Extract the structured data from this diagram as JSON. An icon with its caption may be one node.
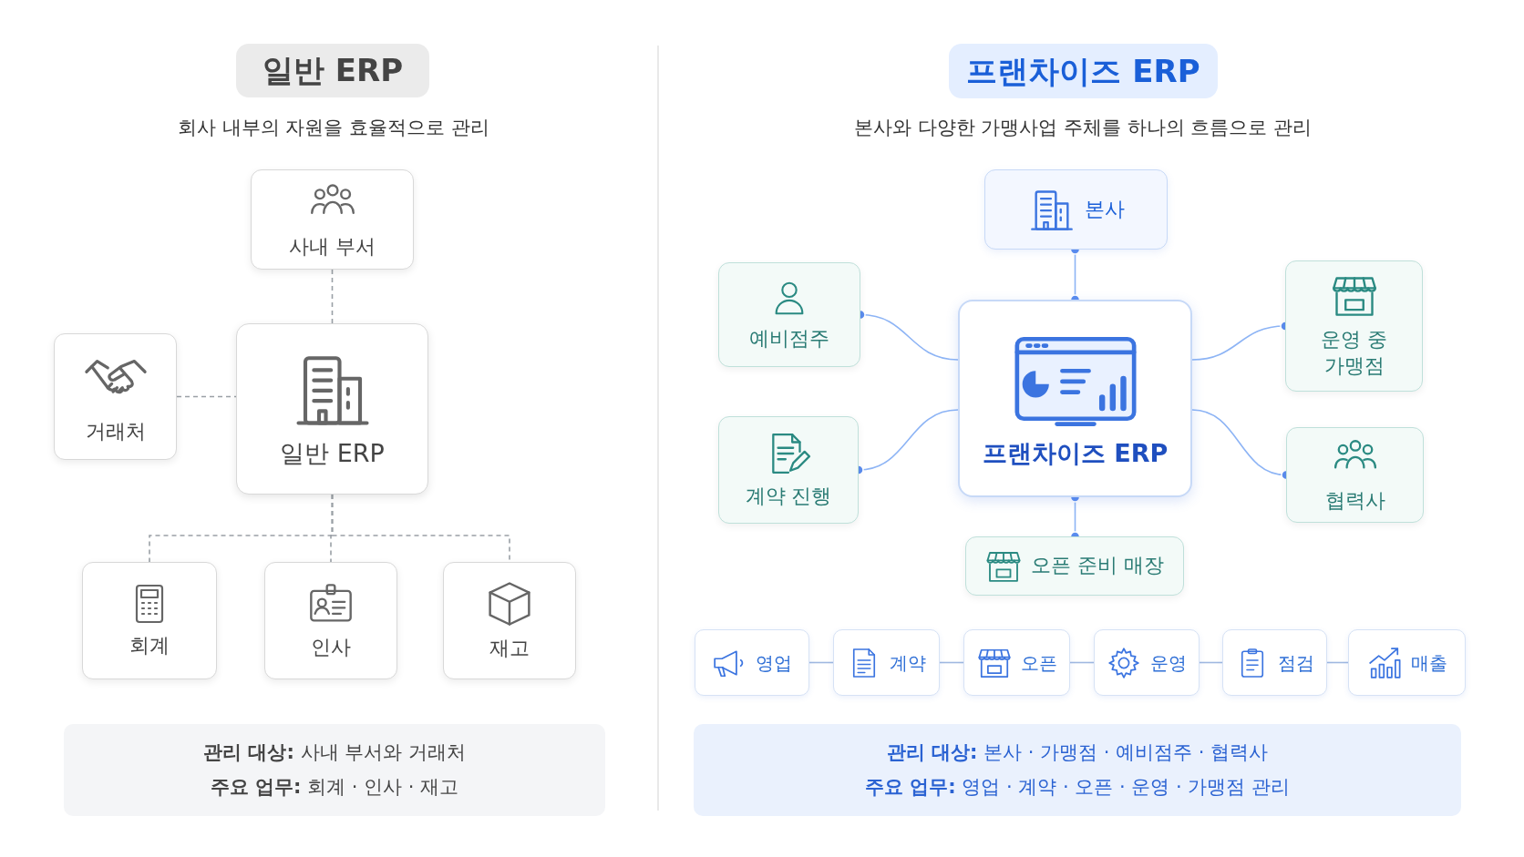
{
  "diagram": {
    "nodes": [
      {
        "text": [
          "일반 ERP"
        ]
      },
      {
        "text": [
          "사내 부서"
        ]
      },
      {
        "text": [
          "거래처"
        ]
      },
      {
        "text": [
          "일반 ERP"
        ]
      },
      {
        "text": [
          "회계"
        ]
      },
      {
        "text": [
          "인사"
        ]
      },
      {
        "text": [
          "재고"
        ]
      },
      {
        "text": [
          "**관리 대상:** 사내 부서와 거래처",
          "**주요 업무:** 회계 · 인사 · 재고"
        ]
      },
      {
        "text": [
          "프랜차이즈 ERP"
        ]
      },
      {
        "text": [
          "본사"
        ]
      },
      {
        "text": [
          "예비점주"
        ]
      },
      {
        "text": [
          "운영 중 가맹점"
        ]
      },
      {
        "text": [
          "프랜차이즈 ERP"
        ]
      },
      {
        "text": [
          "계약 진행"
        ]
      },
      {
        "text": [
          "협력사"
        ]
      },
      {
        "text": [
          "오픈 준비 매장"
        ]
      },
      {
        "text": [
          "영업"
        ]
      },
      {
        "text": [
          "계약"
        ]
      },
      {
        "text": [
          "오픈"
        ]
      },
      {
        "text": [
          "운영"
        ]
      },
      {
        "text": [
          "점검"
        ]
      },
      {
        "text": [
          "매출"
        ]
      },
      {
        "text": [
          "**관리 대상:** 본사 · 가맹점 · 예비점주 · 협력사",
          "**주요 업무:** 영업 · 계약 · 오픈 · 운영 · 가맹점 관리"
        ]
      }
    ],
    "edges": [
      {
        "from": 1,
        "to": 3,
        "arrow": "none",
        "style": "dashed"
      },
      {
        "from": 2,
        "to": 3,
        "arrow": "none",
        "style": "dashed"
      },
      {
        "from": 3,
        "to": 4,
        "arrow": "none",
        "style": "dashed"
      },
      {
        "from": 3,
        "to": 5,
        "arrow": "none",
        "style": "dashed"
      },
      {
        "from": 3,
        "to": 6,
        "arrow": "none",
        "style": "dashed"
      },
      {
        "from": 12,
        "to": 9,
        "arrow": "other",
        "color": "#8db4f5"
      },
      {
        "from": 12,
        "to": 10,
        "arrow": "other",
        "color": "#8db4f5"
      },
      {
        "from": 12,
        "to": 13,
        "arrow": "other",
        "color": "#8db4f5"
      },
      {
        "from": 12,
        "to": 11,
        "arrow": "other",
        "color": "#8db4f5"
      },
      {
        "from": 12,
        "to": 14,
        "arrow": "other",
        "color": "#8db4f5"
      },
      {
        "from": 12,
        "to": 15,
        "arrow": "other",
        "color": "#8db4f5"
      },
      {
        "from": 16,
        "to": 17,
        "arrow": "none",
        "color": "#9fb8e0"
      },
      {
        "from": 17,
        "to": 18,
        "arrow": "none",
        "color": "#9fb8e0"
      },
      {
        "from": 18,
        "to": 19,
        "arrow": "none",
        "color": "#9fb8e0"
      },
      {
        "from": 19,
        "to": 20,
        "arrow": "none",
        "color": "#9fb8e0"
      },
      {
        "from": 20,
        "to": 21,
        "arrow": "none",
        "color": "#9fb8e0"
      }
    ],
    "labels": [
      "회사 내부의 자원을 효율적으로 관리",
      "본사와 다양한 가맹사업 주체를 하나의 흐름으로 관리"
    ]
  }
}
